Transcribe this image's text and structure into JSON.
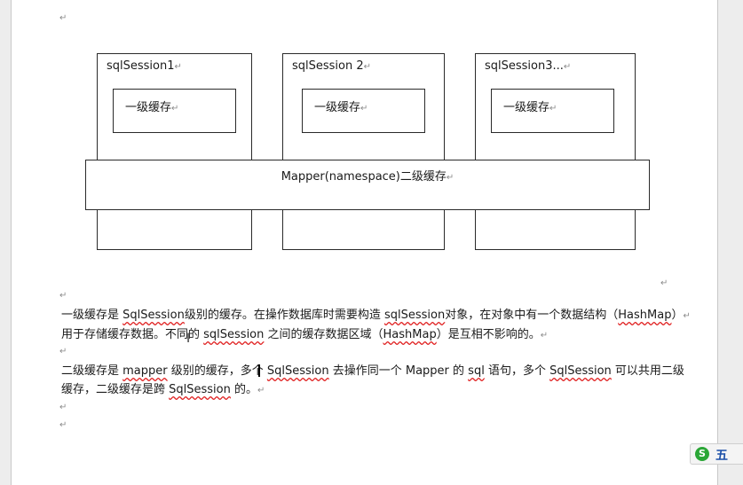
{
  "paragraph_mark": "↵",
  "diagram": {
    "sessions": [
      {
        "title": "sqlSession1",
        "cache": "一级缓存"
      },
      {
        "title": "sqlSession 2",
        "cache": "一级缓存"
      },
      {
        "title": "sqlSession3...",
        "cache": "一级缓存"
      }
    ],
    "mapper_cache": "Mapper(namespace)二级缓存"
  },
  "paragraph1": {
    "line1": [
      "一级缓存是 ",
      "SqlSession",
      "级别的缓存。在操作数据库时需要构造 ",
      "sqlSession",
      "对象，在对象中有一个数据结构（",
      "HashMap",
      "）"
    ],
    "line2": [
      "用于存储缓存数据。不同的 ",
      "sqlSession",
      " 之间的缓存数据区域（",
      "HashMap",
      "）是互相不影响的。"
    ]
  },
  "paragraph2": {
    "line1": [
      "二级缓存是 ",
      "mapper",
      " 级别的缓存，多个 ",
      "SqlSession",
      " 去操作同一个 Mapper 的 ",
      "sql",
      " 语句，多个 ",
      "SqlSession",
      " 可以共用二级"
    ],
    "line2": [
      "缓存，二级缓存是跨 ",
      "SqlSession",
      " 的。"
    ]
  },
  "ime": {
    "logo": "S",
    "mode": "五"
  }
}
